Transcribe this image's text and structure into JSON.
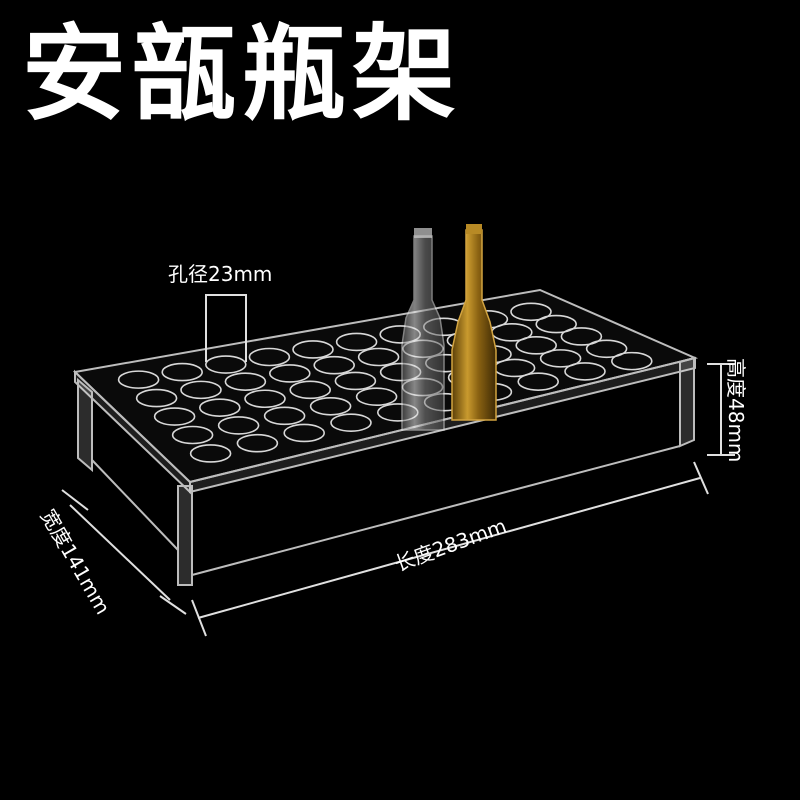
{
  "title": "安瓿瓶架",
  "dimensions": {
    "hole_diameter": "孔径23mm",
    "length": "长度283mm",
    "width": "宽度141mm",
    "height": "高度48mm"
  },
  "colors": {
    "background": "#000000",
    "text": "#ffffff",
    "acrylic_edge": "#c8c8c8",
    "amber_glass": "#a77a1a"
  }
}
